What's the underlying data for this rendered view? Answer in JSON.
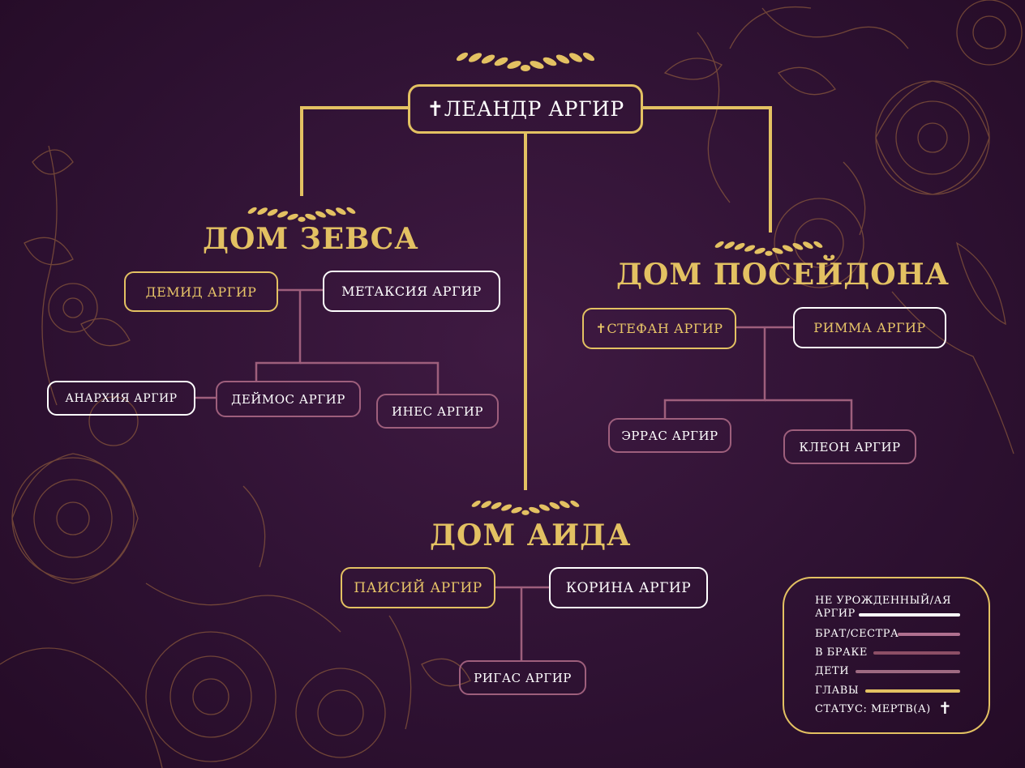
{
  "colors": {
    "background": "#2f1233",
    "gold": "#e3c162",
    "white": "#ffffff",
    "mauve": "#9e5f7c",
    "floral": "#a8703f"
  },
  "icons": {
    "dagger": "dagger-icon",
    "laurel": "laurel-icon",
    "flowers": "floral-ornament-icon"
  },
  "root": {
    "name": "✝ЛЕАНДР АРГИР"
  },
  "houses": {
    "zeus": {
      "title": "ДОМ ЗЕВСА",
      "members": {
        "demid": "ДЕМИД АРГИР",
        "metaksiya": "МЕТАКСИЯ АРГИР",
        "anarkhiya": "АНАРХИЯ АРГИР",
        "deymos": "ДЕЙМОС АРГИР",
        "ines": "ИНЕС АРГИР"
      }
    },
    "poseidon": {
      "title": "ДОМ ПОСЕЙДОНА",
      "members": {
        "stefan": "✝СТЕФАН АРГИР",
        "rimma": "РИММА АРГИР",
        "erras": "ЭРРАС АРГИР",
        "kleon": "КЛЕОН АРГИР"
      }
    },
    "aid": {
      "title": "ДОМ АИДА",
      "members": {
        "paisiy": "ПАИСИЙ АРГИР",
        "korina": "КОРИНА АРГИР",
        "rigas": "РИГАС АРГИР"
      }
    }
  },
  "legend": {
    "not_born_line1": "НЕ УРОЖДЕННЫЙ/АЯ",
    "not_born_line2": "АРГИР",
    "siblings": "БРАТ/СЕСТРА",
    "married": "В БРАКЕ",
    "children": "ДЕТИ",
    "heads": "ГЛАВЫ",
    "status": "СТАТУС: МЕРТВ(А)",
    "status_symbol": "✝"
  }
}
